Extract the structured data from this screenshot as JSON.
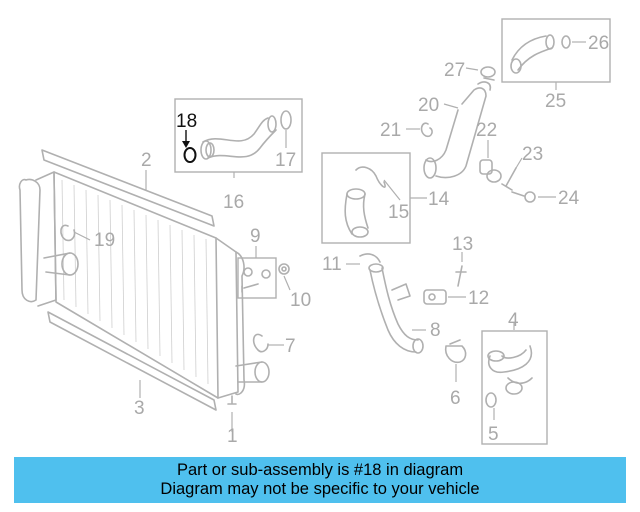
{
  "callouts": {
    "c1": "1",
    "c2": "2",
    "c3": "3",
    "c4": "4",
    "c5": "5",
    "c6": "6",
    "c7": "7",
    "c8": "8",
    "c9": "9",
    "c10": "10",
    "c11": "11",
    "c12": "12",
    "c13": "13",
    "c14": "14",
    "c15": "15",
    "c16": "16",
    "c17": "17",
    "c18": "18",
    "c19": "19",
    "c20": "20",
    "c21": "21",
    "c22": "22",
    "c23": "23",
    "c24": "24",
    "c25": "25",
    "c26": "26",
    "c27": "27"
  },
  "highlight": {
    "part": "18",
    "color": "#111111"
  },
  "colors": {
    "line": "#b0b0b0",
    "banner": "#4fc0ee"
  },
  "banner": {
    "line1": "Part or sub-assembly is #18 in diagram",
    "line2": "Diagram may not be specific to your vehicle"
  }
}
